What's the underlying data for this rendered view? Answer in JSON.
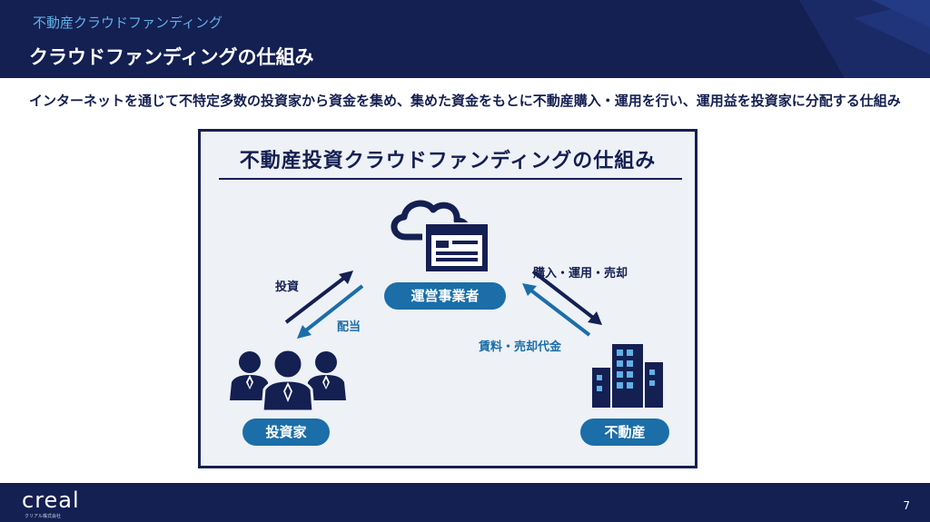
{
  "header": {
    "breadcrumb": "不動産クラウドファンディング",
    "title": "クラウドファンディングの仕組み"
  },
  "description": "インターネットを通じて不特定多数の投資家から資金を集め、集めた資金をもとに不動産購入・運用を行い、運用益を投資家に分配する仕組み",
  "diagram": {
    "title": "不動産投資クラウドファンディングの仕組み",
    "nodes": {
      "operator": "運営事業者",
      "investors": "投資家",
      "real_estate": "不動産"
    },
    "flows": {
      "invest": "投資",
      "dividend": "配当",
      "purchase": "購入・運用・売却",
      "income": "賃料・売却代金"
    },
    "icons": [
      "cloud-browser-icon",
      "investors-group-icon",
      "building-icon"
    ]
  },
  "footer": {
    "logo": "creal",
    "logo_sub": "クリアル株式会社",
    "page_number": "7"
  },
  "colors": {
    "navy": "#141f52",
    "accent_blue": "#1b6ea8",
    "light_blue": "#5fb1e6",
    "diagram_bg": "#eef1f6"
  }
}
